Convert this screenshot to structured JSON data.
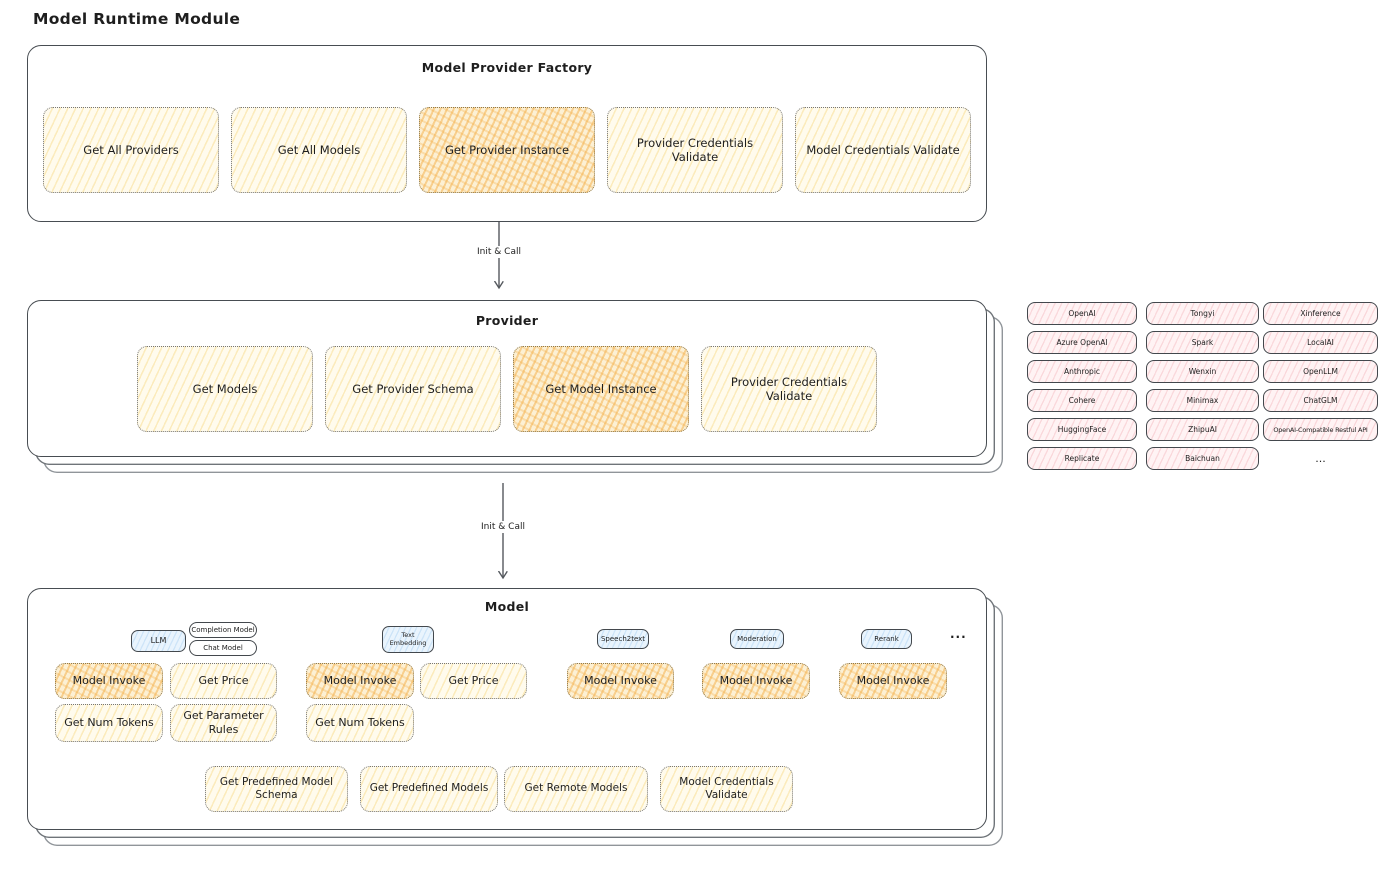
{
  "diagram_title": "Model Runtime Module",
  "colors": {
    "yellow_box": "#fffbed",
    "orange_highlight_box": "#fcf0d4",
    "orange_hatch": "#f3ad46",
    "pink_chip": "#fff3f4",
    "pink_hatch": "#ee9ea6",
    "blue_pill": "#e9f4fd",
    "container_border": "#484d52",
    "text": "#1e1e1e"
  },
  "factory": {
    "title": "Model Provider Factory",
    "items": [
      {
        "label": "Get All Providers",
        "highlighted": false
      },
      {
        "label": "Get All Models",
        "highlighted": false
      },
      {
        "label": "Get Provider Instance",
        "highlighted": true
      },
      {
        "label": "Provider Credentials Validate",
        "highlighted": false
      },
      {
        "label": "Model Credentials Validate",
        "highlighted": false
      }
    ]
  },
  "arrows": [
    {
      "label": "Init & Call"
    },
    {
      "label": "Init & Call"
    }
  ],
  "provider": {
    "title": "Provider",
    "items": [
      {
        "label": "Get Models",
        "highlighted": false
      },
      {
        "label": "Get Provider Schema",
        "highlighted": false
      },
      {
        "label": "Get Model Instance",
        "highlighted": true
      },
      {
        "label": "Provider Credentials Validate",
        "highlighted": false
      }
    ]
  },
  "providers_list": {
    "col1": [
      "OpenAI",
      "Azure OpenAI",
      "Anthropic",
      "Cohere",
      "HuggingFace",
      "Replicate"
    ],
    "col2": [
      "Tongyi",
      "Spark",
      "Wenxin",
      "Minimax",
      "ZhipuAI",
      "Baichuan"
    ],
    "col3": [
      "Xinference",
      "LocalAI",
      "OpenLLM",
      "ChatGLM",
      "OpenAI-Compatible Restful API"
    ],
    "more": "..."
  },
  "model": {
    "title": "Model",
    "tags": {
      "llm": "LLM",
      "completion_model": "Completion Model",
      "chat_model": "Chat Model",
      "text_embedding": "Text Embedding",
      "speech2text": "Speech2text",
      "moderation": "Moderation",
      "rerank": "Rerank",
      "more": "..."
    },
    "functions": {
      "model_invoke": "Model Invoke",
      "get_price": "Get Price",
      "get_num_tokens": "Get Num Tokens",
      "get_parameter_rules": "Get Parameter Rules"
    },
    "bottom": [
      {
        "label": "Get Predefined Model Schema"
      },
      {
        "label": "Get Predefined Models"
      },
      {
        "label": "Get Remote Models"
      },
      {
        "label": "Model Credentials Validate"
      }
    ]
  }
}
